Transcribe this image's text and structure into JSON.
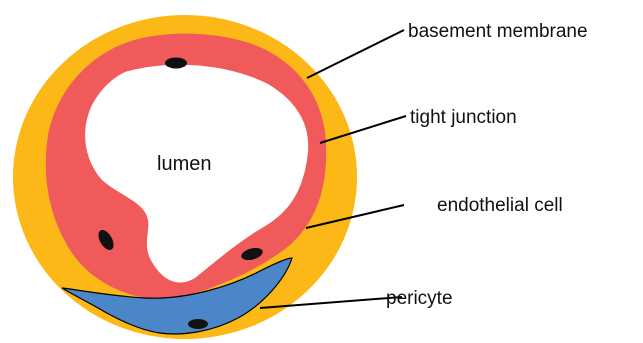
{
  "diagram": {
    "labels": {
      "basement_membrane": "basement membrane",
      "tight_junction": "tight junction",
      "endothelial_cell": "endothelial cell",
      "pericyte": "pericyte",
      "lumen": "lumen"
    },
    "colors": {
      "basement_membrane": "#FBB817",
      "endothelial_cell": "#F05A5A",
      "lumen": "#FFFFFF",
      "pericyte": "#4A86C8",
      "nucleus": "#111111",
      "outline": "#000000"
    }
  }
}
